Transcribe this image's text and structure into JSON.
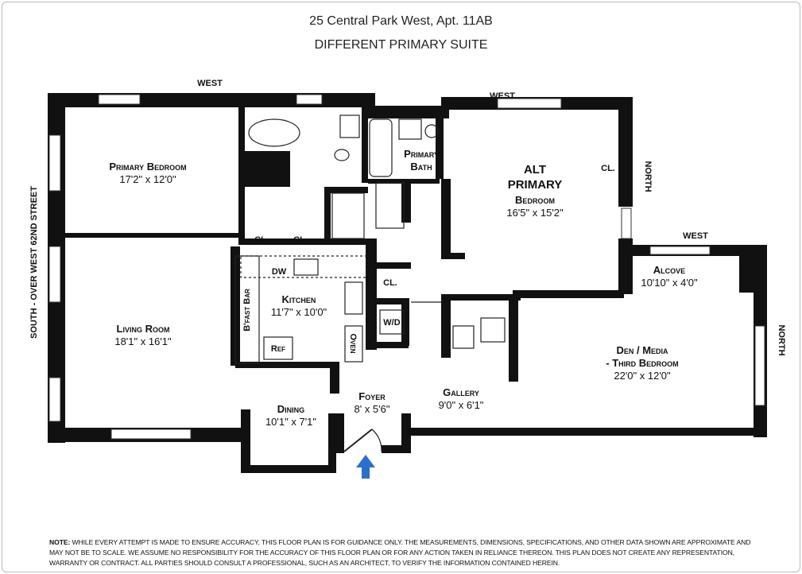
{
  "header": {
    "address": "25 Central Park West, Apt. 11AB",
    "subtitle": "DIFFERENT PRIMARY SUITE"
  },
  "orientation": {
    "west_top_left": "West",
    "west_top_right": "West",
    "west_alcove": "West",
    "north_upper": "North",
    "north_lower": "North",
    "south_street": "South - Over West 62nd Street"
  },
  "rooms": {
    "primary_bedroom": {
      "name": "Primary Bedroom",
      "dims": "17'2\" x 12'0\""
    },
    "primary_bath": {
      "name1": "Primary",
      "name2": "Bath"
    },
    "alt_primary": {
      "name1": "ALT",
      "name2": "PRIMARY",
      "name3": "Bedroom",
      "dims": "16'5\" x 15'2\""
    },
    "alcove": {
      "name": "Alcove",
      "dims": "10'10\" x 4'0\""
    },
    "living_room": {
      "name": "Living Room",
      "dims": "18'1\" x 16'1\""
    },
    "kitchen": {
      "name": "Kitchen",
      "dims": "11'7\" x 10'0\""
    },
    "den": {
      "name1": "Den / Media",
      "name2": "- Third Bedroom",
      "dims": "22'0\" x 12'0\""
    },
    "dining": {
      "name": "Dining",
      "dims": "10'1\" x 7'1\""
    },
    "foyer": {
      "name": "Foyer",
      "dims": "8' x 5'6\""
    },
    "gallery": {
      "name": "Gallery",
      "dims": "9'0\" x 6'1\""
    }
  },
  "fixtures": {
    "closet": "CL.",
    "dw": "DW",
    "bfast_bar": "B'fast Bar",
    "ref": "Ref",
    "oven": "Oven",
    "wd": "W/D"
  },
  "note": {
    "lead": "Note:",
    "text": "While every attempt is made to ensure accuracy, this floor plan is for guidance only. The measurements, dimensions, specifications, and other data shown are approximate and may not be to scale. We assume no responsibility for the accuracy of this floor plan or for any action taken in reliance thereon. This plan does not create any representation, warranty or contract. All parties should consult a professional, such as an architect, to verify the information contained herein."
  },
  "colors": {
    "wall": "#111111",
    "entry_arrow": "#2a6fc9"
  }
}
